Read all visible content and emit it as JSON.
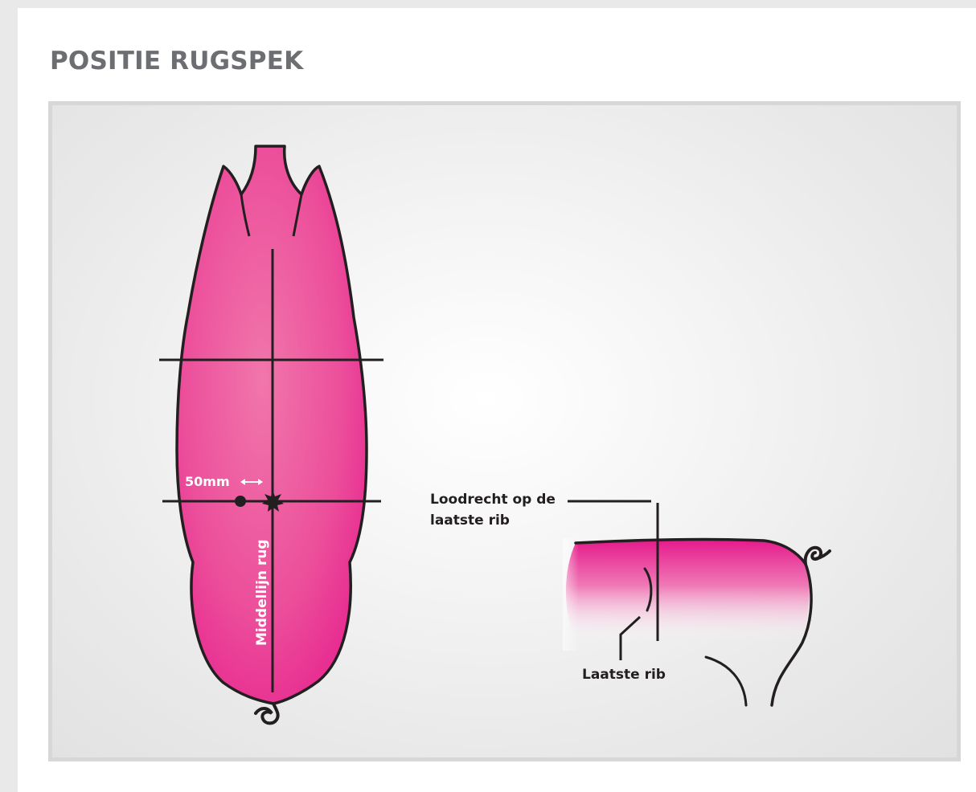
{
  "title": "POSITIE RUGSPEK",
  "labels": {
    "distance": "50mm",
    "midline": "Middellijn rug",
    "perpendicular_line1": "Loodrecht op de",
    "perpendicular_line2": "laatste rib",
    "last_rib": "Laatste rib"
  },
  "colors": {
    "carcass_pink": "#e5198b",
    "title_gray": "#6d6e71",
    "outline": "#231f20"
  }
}
